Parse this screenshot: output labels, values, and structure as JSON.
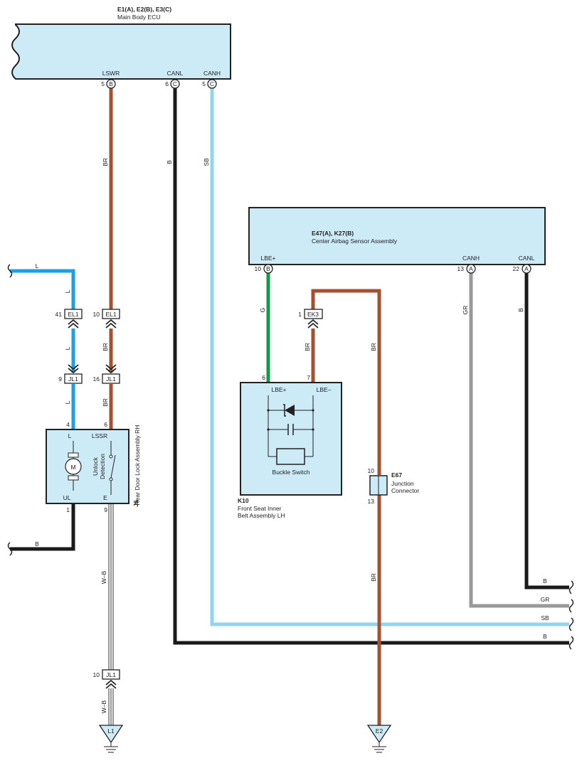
{
  "colors": {
    "box_fill": "#cdeaf7",
    "wire_br": "#a5512f",
    "wire_b": "#1a1a1a",
    "wire_sb": "#8fd6f5",
    "wire_l": "#1aa0e4",
    "wire_g": "#119a47",
    "wire_gr": "#999999",
    "wire_wb": "#444444"
  },
  "ecu": {
    "id": "E1(A), E2(B), E3(C)",
    "name": "Main Body ECU",
    "terms": [
      {
        "label": "LSWR",
        "pin": "5",
        "conn": "B"
      },
      {
        "label": "CANL",
        "pin": "6",
        "conn": "C"
      },
      {
        "label": "CANH",
        "pin": "5",
        "conn": "C"
      }
    ]
  },
  "airbag": {
    "id": "E47(A), K27(B)",
    "name": "Center Airbag Sensor Assembly",
    "terms": [
      {
        "label": "LBE+",
        "pin": "10",
        "conn": "B"
      },
      {
        "label": "CANH",
        "pin": "13",
        "conn": "A"
      },
      {
        "label": "CANL",
        "pin": "22",
        "conn": "A"
      }
    ]
  },
  "door_lock": {
    "id": "J6",
    "name": "Rear Door Lock Assembly RH",
    "terms": [
      {
        "label": "L",
        "pin": "4"
      },
      {
        "label": "LSSR",
        "pin": "6"
      },
      {
        "label": "UL",
        "pin": "1"
      },
      {
        "label": "E",
        "pin": "9"
      }
    ],
    "motor": "M",
    "switch_lines": [
      "Unlock",
      "Detection"
    ]
  },
  "buckle": {
    "id": "K10",
    "name_lines": [
      "Front Seat Inner",
      "Belt Assembly LH"
    ],
    "terms": [
      {
        "label": "LBE+",
        "pin": "6"
      },
      {
        "label": "LBE–",
        "pin": "7"
      }
    ],
    "switch_name": "Buckle Switch"
  },
  "junction": {
    "id": "E67",
    "name_lines": [
      "Junction",
      "Connector"
    ],
    "pin_top": "10",
    "pin_bottom": "13"
  },
  "connectors": {
    "el1_l": {
      "pin": "41",
      "name": "EL1"
    },
    "el1_br": {
      "pin": "10",
      "name": "EL1"
    },
    "jl1_l": {
      "pin": "9",
      "name": "JL1"
    },
    "jl1_br": {
      "pin": "16",
      "name": "JL1"
    },
    "ek3": {
      "pin": "1",
      "name": "EK3"
    },
    "jl1_wb": {
      "pin": "10",
      "name": "JL1"
    }
  },
  "wire_labels": {
    "br_ecu": "BR",
    "b_ecu": "B",
    "sb_ecu": "SB",
    "l_top": "L",
    "l_1": "L",
    "l_2": "L",
    "l_3": "L",
    "br_1": "BR",
    "br_2": "BR",
    "b_left": "B",
    "wb_1": "W–B",
    "wb_2": "W–B",
    "g": "G",
    "br_ek3": "BR",
    "br_loop": "BR",
    "br_e67": "BR",
    "gr": "GR",
    "b_airbag": "B",
    "right_b1": "B",
    "right_gr": "GR",
    "right_sb": "SB",
    "right_b2": "B"
  },
  "grounds": {
    "l1": "L1",
    "e2": "E2"
  }
}
